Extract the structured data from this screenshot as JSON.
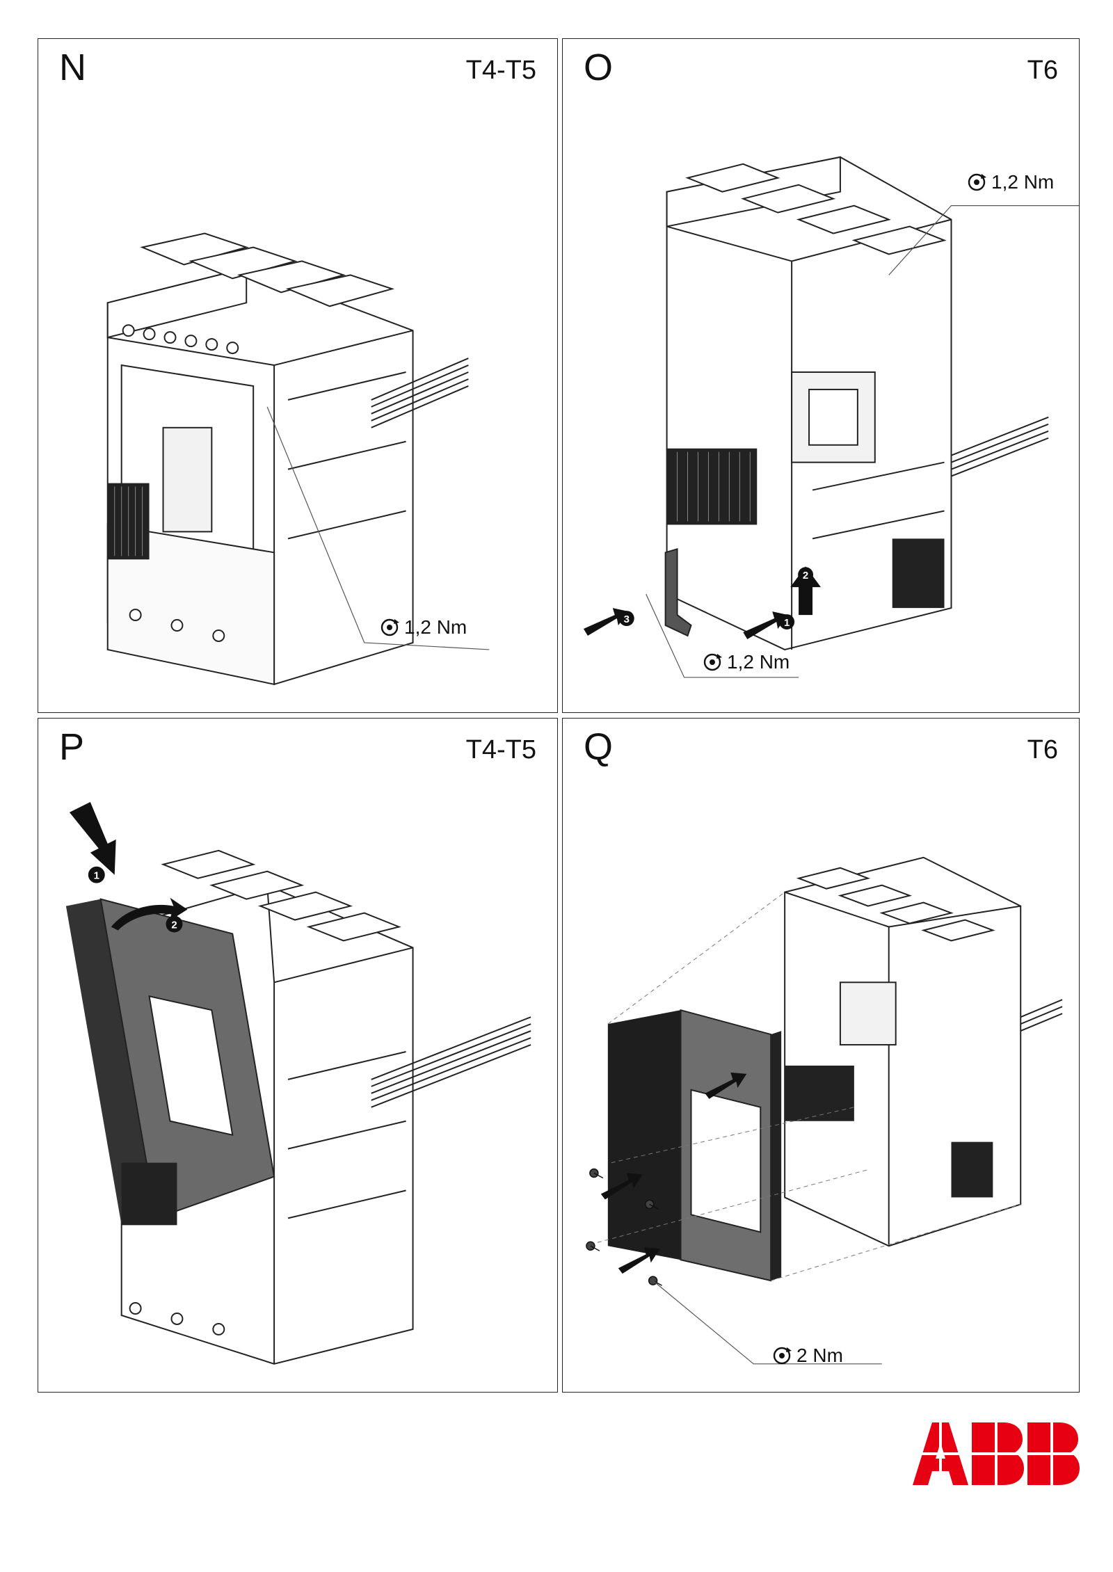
{
  "panels": {
    "n": {
      "letter": "N",
      "model": "T4-T5",
      "torque": "1,2 Nm"
    },
    "o": {
      "letter": "O",
      "model": "T6",
      "torque_top": "1,2 Nm",
      "torque_bottom": "1,2 Nm",
      "step_markers": [
        "1",
        "2",
        "3"
      ]
    },
    "p": {
      "letter": "P",
      "model": "T4-T5",
      "step_markers": [
        "1",
        "2"
      ]
    },
    "q": {
      "letter": "Q",
      "model": "T6",
      "torque": "2 Nm"
    }
  },
  "logo": {
    "text": "ABB",
    "color": "#e60012"
  },
  "icons": {
    "torque": "torque-wrench-icon"
  }
}
